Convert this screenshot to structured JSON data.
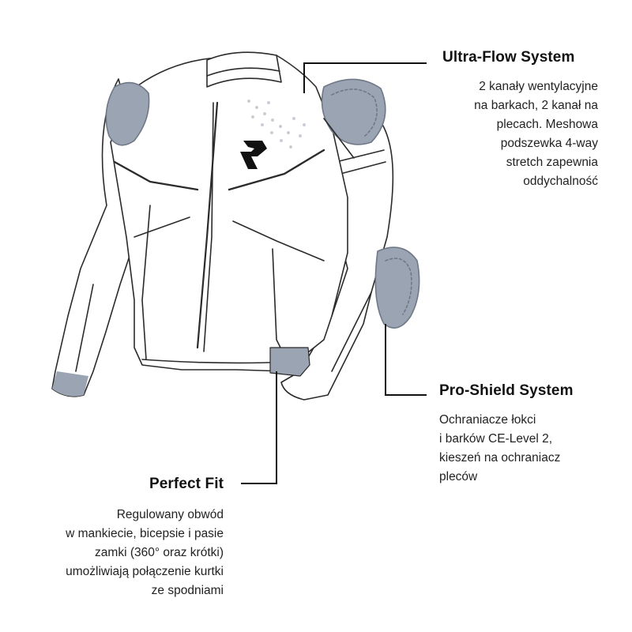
{
  "colors": {
    "outline": "#2b2b2b",
    "padding": "#9aa4b2",
    "accent": "#8c96a4",
    "callout_line": "#111111"
  },
  "callouts": {
    "ultra_flow": {
      "title": "Ultra-Flow System",
      "body": "2 kanały wentylacyjne\nna barkach, 2 kanał na\nplecach. Meshowa\npodszewka 4-way\nstretch zapewnia\noddychalność"
    },
    "pro_shield": {
      "title": "Pro-Shield System",
      "body": "Ochraniacze łokci\ni barków CE-Level 2,\nkieszeń na ochraniacz\npleców"
    },
    "perfect_fit": {
      "title": "Perfect Fit",
      "body": "Regulowany obwód\nw mankiecie, bicepsie i pasie\nzamki (360° oraz krótki)\numożliwiają połączenie kurtki\nze spodniami"
    }
  },
  "icons": [
    "brand-logo-icon",
    "shoulder-pad-icon",
    "elbow-pad-icon"
  ]
}
